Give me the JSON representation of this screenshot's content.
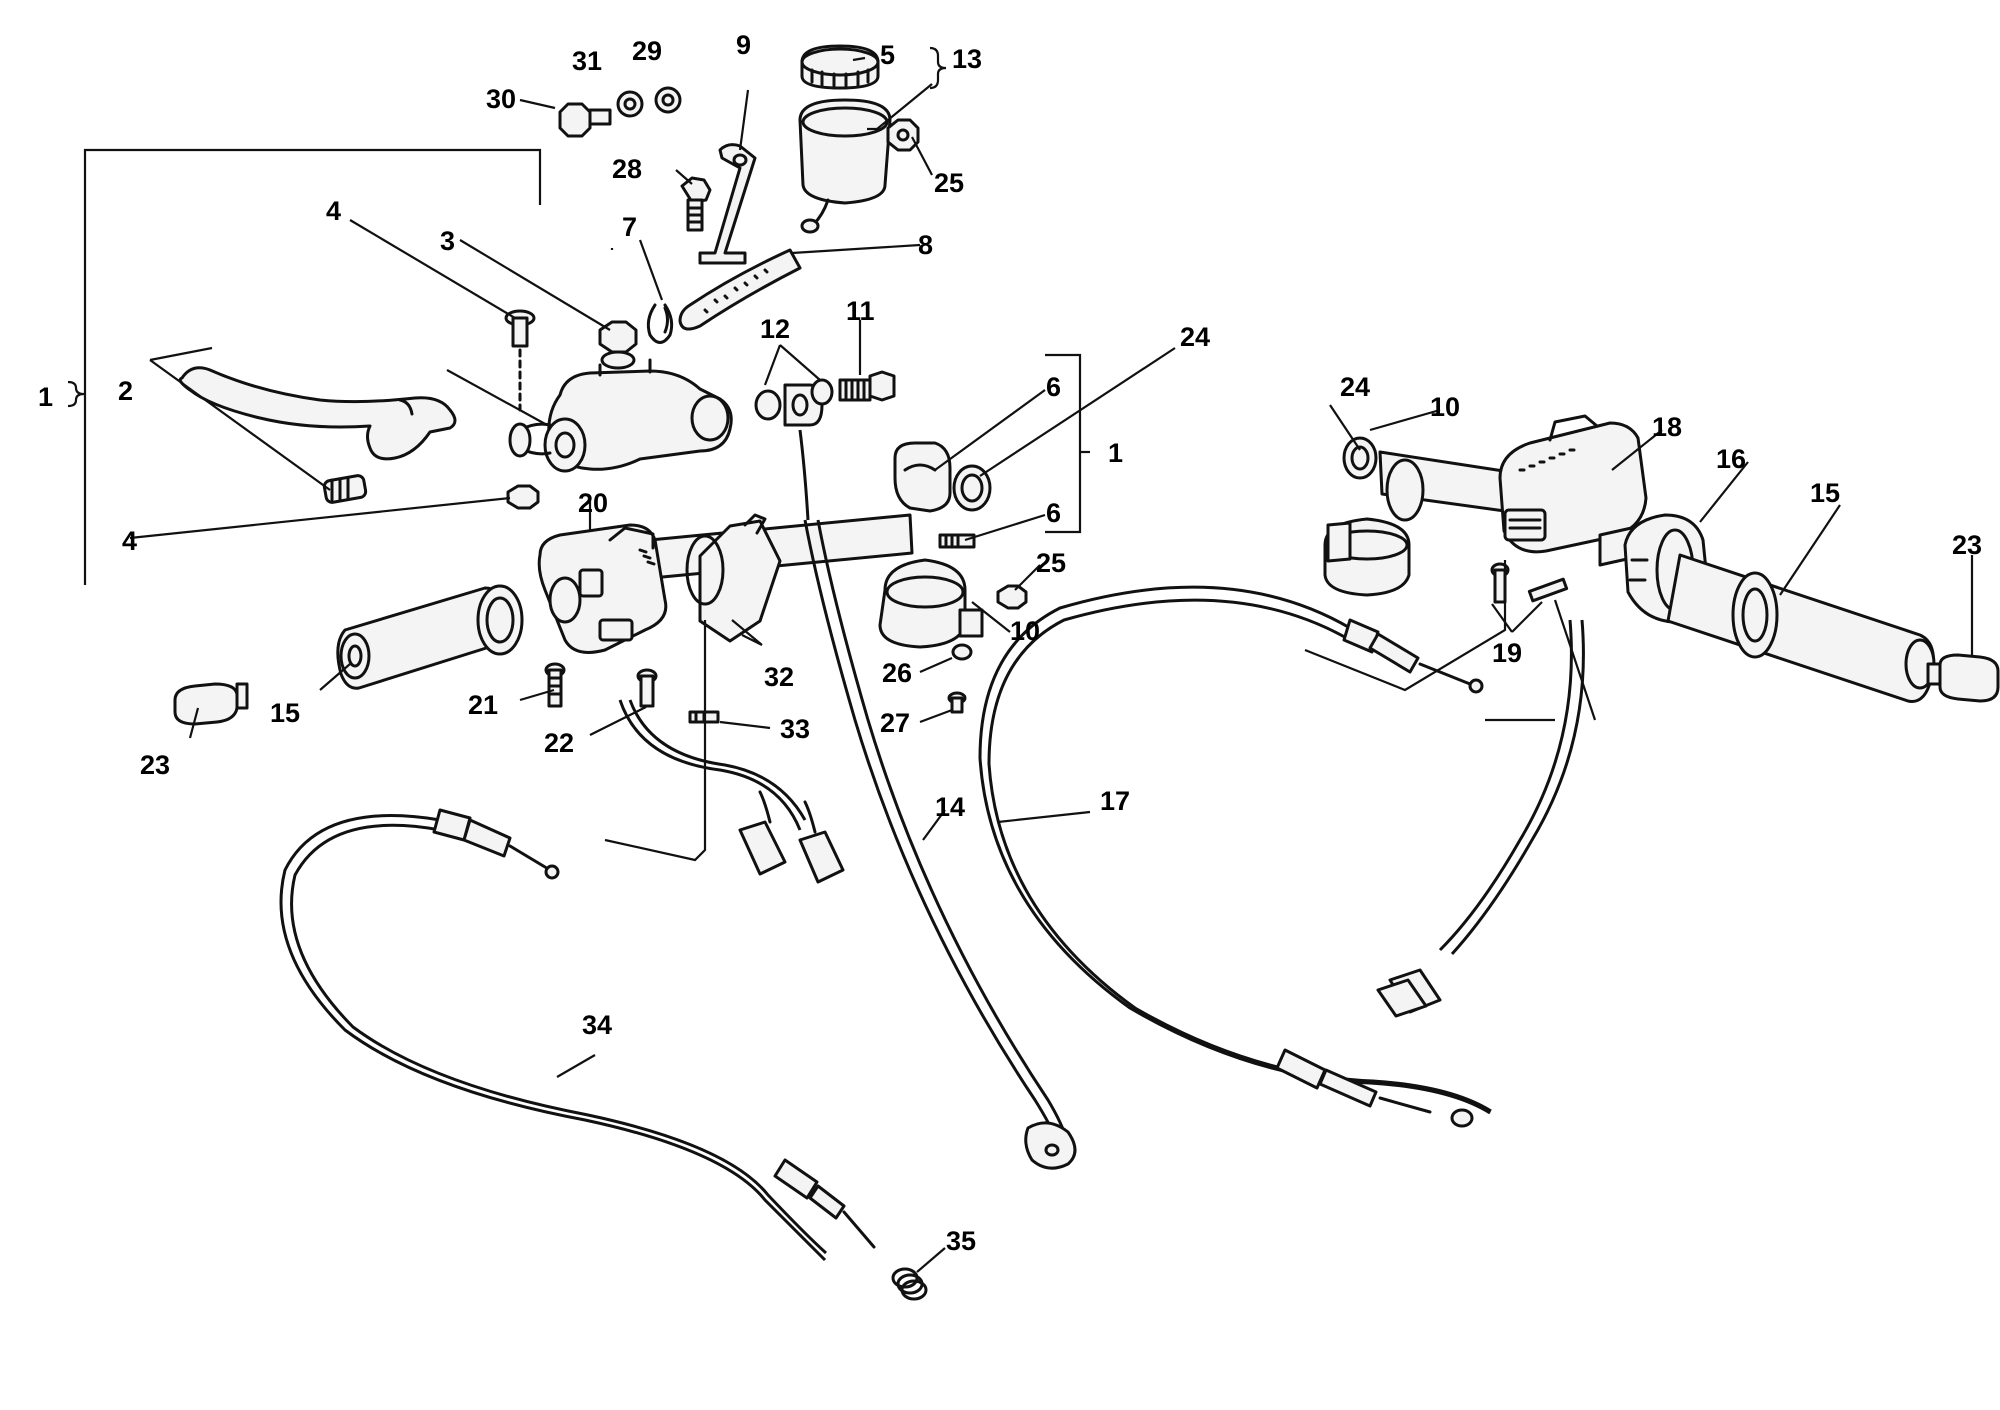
{
  "callouts": {
    "c1_left": "1",
    "c1_right": "1",
    "c2": "2",
    "c3": "3",
    "c4_top": "4",
    "c4_bottom": "4",
    "c5": "5",
    "c6_top": "6",
    "c6_bottom": "6",
    "c7": "7",
    "c8": "8",
    "c9": "9",
    "c10_left": "10",
    "c10_right": "10",
    "c11": "11",
    "c12": "12",
    "c13": "13",
    "c14": "14",
    "c15_left": "15",
    "c15_right": "15",
    "c16": "16",
    "c17": "17",
    "c18": "18",
    "c19": "19",
    "c20": "20",
    "c21": "21",
    "c22": "22",
    "c23_left": "23",
    "c23_right": "23",
    "c24_left": "24",
    "c24_right": "24",
    "c25_top": "25",
    "c25_mid": "25",
    "c26": "26",
    "c27": "27",
    "c28": "28",
    "c29": "29",
    "c30": "30",
    "c31": "31",
    "c32": "32",
    "c33": "33",
    "c34": "34",
    "c35": "35"
  }
}
